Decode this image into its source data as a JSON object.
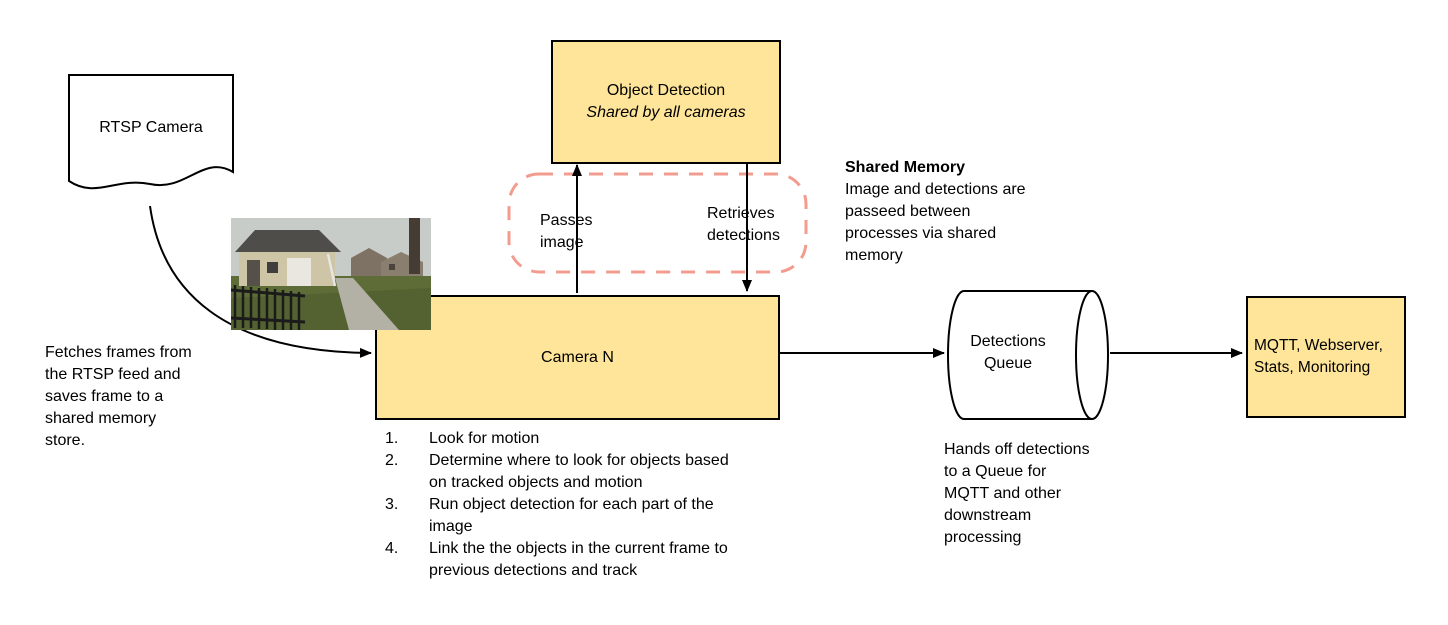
{
  "colors": {
    "node_fill": "#FFE599",
    "node_border": "#000000",
    "shared_memory_outline": "#F19C8F",
    "arrow": "#000000"
  },
  "nodes": {
    "rtsp_camera": {
      "label": "RTSP Camera"
    },
    "object_detection": {
      "title": "Object Detection",
      "subtitle": "Shared by all cameras"
    },
    "camera_n": {
      "label": "Camera N"
    },
    "detections_queue": {
      "label": "Detections Queue"
    },
    "outputs": {
      "label": "MQTT, Webserver, Stats, Monitoring"
    }
  },
  "edge_labels": {
    "passes_image": "Passes image",
    "retrieves_detections": "Retrieves detections"
  },
  "notes": {
    "fetch": {
      "lines": [
        "Fetches frames from",
        "the RTSP feed and",
        "saves frame to a",
        "shared memory",
        "store."
      ]
    },
    "shared_memory": {
      "title": "Shared Memory",
      "lines": [
        "Image and detections are",
        "passeed between",
        "processes via shared",
        "memory"
      ]
    },
    "handoff": {
      "lines": [
        "Hands off detections",
        "to a Queue for",
        "MQTT and other",
        "downstream",
        "processing"
      ]
    },
    "camera_steps": [
      {
        "num": "1.",
        "text": "Look for motion"
      },
      {
        "num": "2.",
        "text": "Determine where to look for objects based on tracked objects and motion"
      },
      {
        "num": "3.",
        "text": "Run object detection for each part of the image"
      },
      {
        "num": "4.",
        "text": "Link the the objects in the current frame to previous detections and track"
      }
    ]
  }
}
